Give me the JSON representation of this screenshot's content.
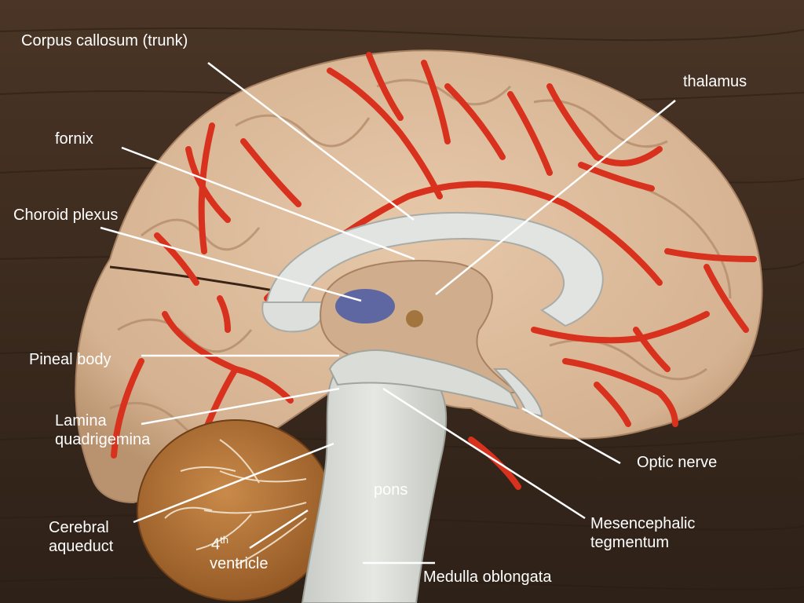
{
  "colors": {
    "background": "#3a2a1f",
    "brain_tissue": "#d8b798",
    "artery": "#d8321f",
    "white_matter": "#dfe3df",
    "cerebellum": "#b86f2e",
    "leader_line": "#ffffff",
    "label_text": "#ffffff"
  },
  "labels": {
    "corpus_callosum": "Corpus callosum (trunk)",
    "thalamus": "thalamus",
    "fornix": "fornix",
    "choroid_plexus": "Choroid plexus",
    "pineal_body": "Pineal body",
    "lamina_line1": "Lamina",
    "lamina_line2": "quadrigemina",
    "optic_nerve": "Optic nerve",
    "pons": "pons",
    "cerebral_line1": "Cerebral",
    "cerebral_line2": "aqueduct",
    "fourth_number": "4",
    "fourth_sup": "th",
    "fourth_line2": "ventricle",
    "mesencephalic_line1": "Mesencephalic",
    "mesencephalic_line2": "tegmentum",
    "medulla": "Medulla oblongata"
  }
}
